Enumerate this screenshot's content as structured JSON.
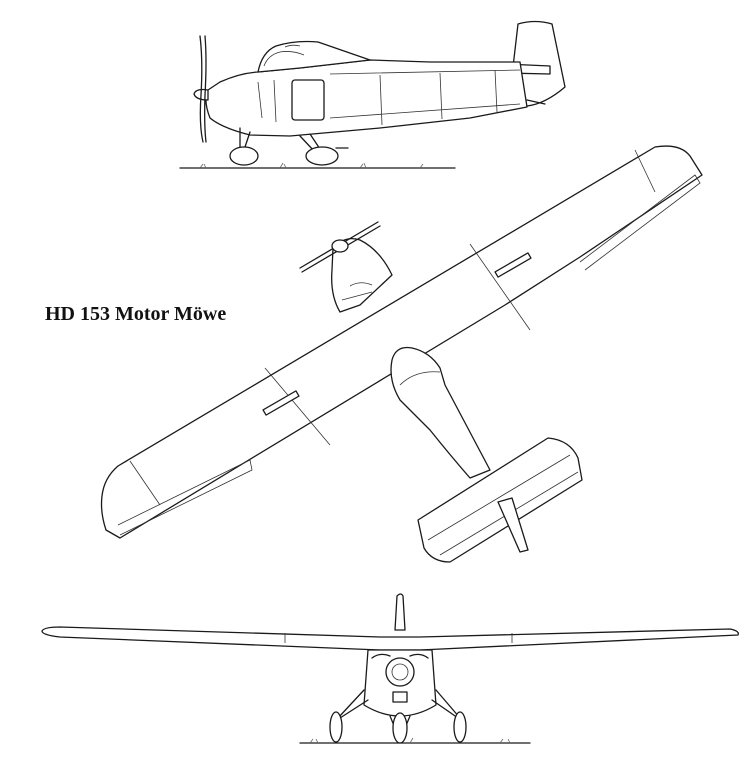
{
  "drawing": {
    "title": "HD 153 Motor Möwe",
    "views": [
      {
        "id": "side",
        "icon": "aircraft-side-view"
      },
      {
        "id": "top",
        "icon": "aircraft-top-view"
      },
      {
        "id": "front",
        "icon": "aircraft-front-view"
      }
    ],
    "line_color": "#1a1a1a",
    "background": "#ffffff"
  }
}
